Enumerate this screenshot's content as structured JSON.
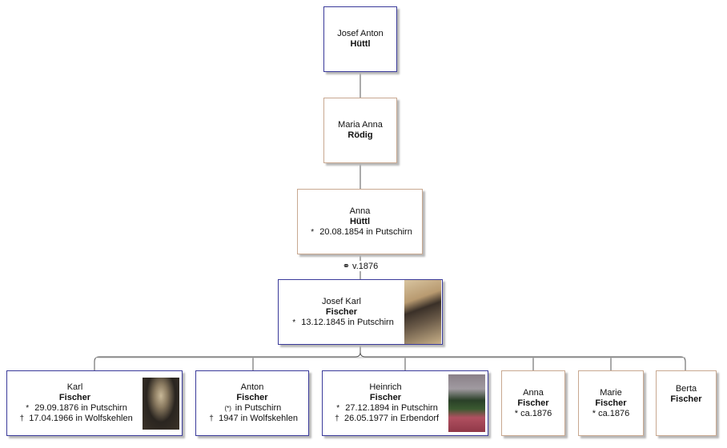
{
  "colors": {
    "male_border": "#3a3a9a",
    "female_border": "#c8a890",
    "connector": "#555555"
  },
  "people": {
    "josef_anton": {
      "given": "Josef Anton",
      "surname": "Hüttl"
    },
    "maria_anna": {
      "given": "Maria Anna",
      "surname": "Rödig"
    },
    "anna_huettl": {
      "given": "Anna",
      "surname": "Hüttl",
      "birth": "20.08.1854 in Putschirn"
    },
    "josef_karl": {
      "given": "Josef Karl",
      "surname": "Fischer",
      "birth": "13.12.1845 in Putschirn"
    },
    "children": [
      {
        "given": "Karl",
        "surname": "Fischer",
        "birth": "29.09.1876 in Putschirn",
        "death": "17.04.1966 in Wolfskehlen"
      },
      {
        "given": "Anton",
        "surname": "Fischer",
        "baptism": "in Putschirn",
        "death": "1947 in Wolfskehlen"
      },
      {
        "given": "Heinrich",
        "surname": "Fischer",
        "birth": "27.12.1894 in Putschirn",
        "death": "26.05.1977 in Erbendorf"
      },
      {
        "given": "Anna",
        "surname": "Fischer",
        "birth": "ca.1876"
      },
      {
        "given": "Marie",
        "surname": "Fischer",
        "birth": "ca.1876"
      },
      {
        "given": "Berta",
        "surname": "Fischer"
      }
    ]
  },
  "marriage": {
    "symbol": "⚭",
    "date": "v.1876"
  },
  "symbols": {
    "birth": "*",
    "death": "†",
    "baptism": "(*)"
  }
}
